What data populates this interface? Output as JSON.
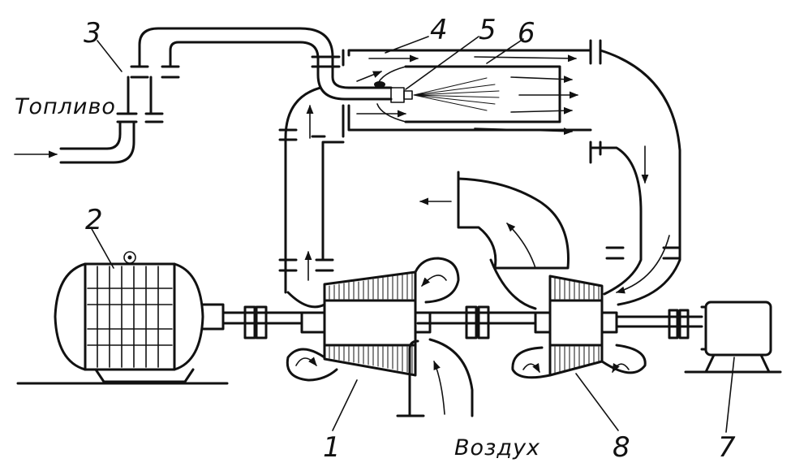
{
  "labels": {
    "fuel": "Топливо",
    "air": "Воздух",
    "n1": "1",
    "n2": "2",
    "n3": "3",
    "n4": "4",
    "n5": "5",
    "n6": "6",
    "n7": "7",
    "n8": "8"
  }
}
